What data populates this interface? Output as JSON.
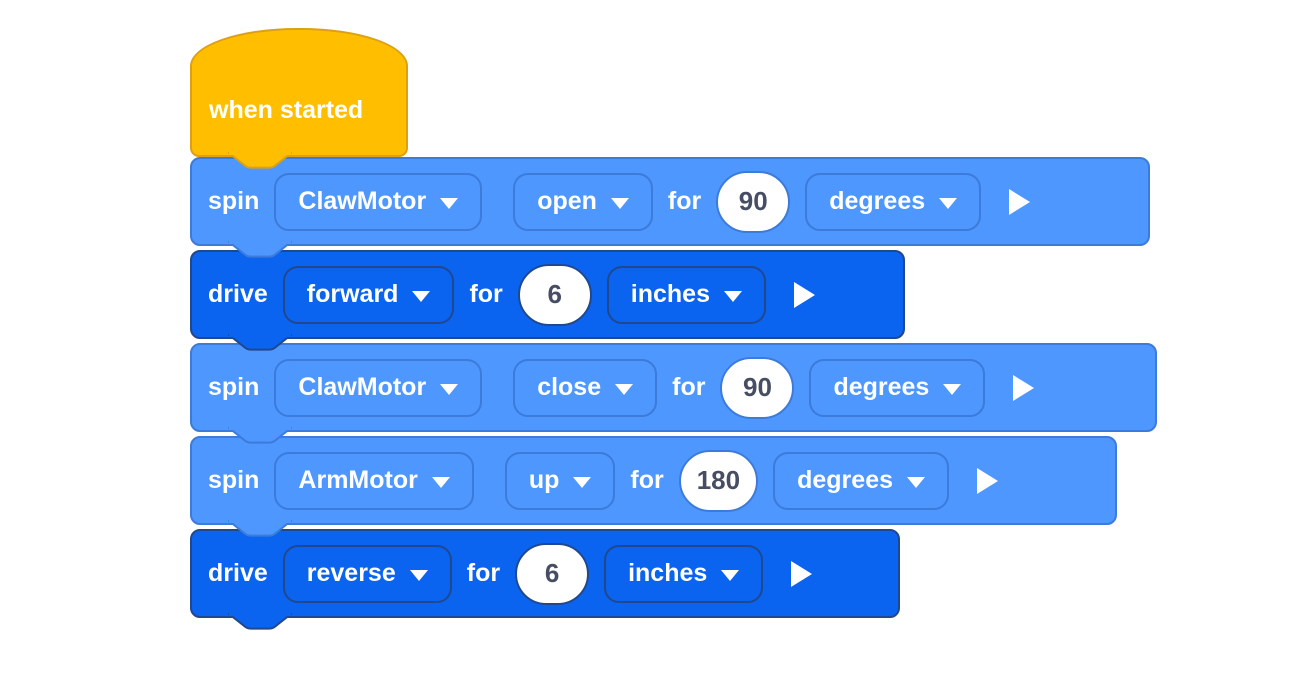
{
  "colors": {
    "canvas_bg": "#ffffff",
    "hat_fill": "#FFBF00",
    "hat_border": "#DDA012",
    "spin_fill": "#4D97FF",
    "spin_border": "#3C7BD9",
    "drive_fill": "#0A64F0",
    "drive_border": "#20488F",
    "value_fill": "#FFFFFF",
    "value_text": "#474E63",
    "text": "#FFFFFF"
  },
  "hat": {
    "label": "when started"
  },
  "blocks": [
    {
      "type": "spin",
      "verb": "spin",
      "device": "ClawMotor",
      "direction": "open",
      "for_label": "for",
      "value": "90",
      "unit": "degrees"
    },
    {
      "type": "drive",
      "verb": "drive",
      "direction": "forward",
      "for_label": "for",
      "value": "6",
      "unit": "inches"
    },
    {
      "type": "spin",
      "verb": "spin",
      "device": "ClawMotor",
      "direction": "close",
      "for_label": "for",
      "value": "90",
      "unit": "degrees"
    },
    {
      "type": "spin",
      "verb": "spin",
      "device": "ArmMotor",
      "direction": "up",
      "for_label": "for",
      "value": "180",
      "unit": "degrees"
    },
    {
      "type": "drive",
      "verb": "drive",
      "direction": "reverse",
      "for_label": "for",
      "value": "6",
      "unit": "inches"
    }
  ],
  "icons": {
    "dropdown_arrow": "triangle-down",
    "play": "triangle-right"
  }
}
